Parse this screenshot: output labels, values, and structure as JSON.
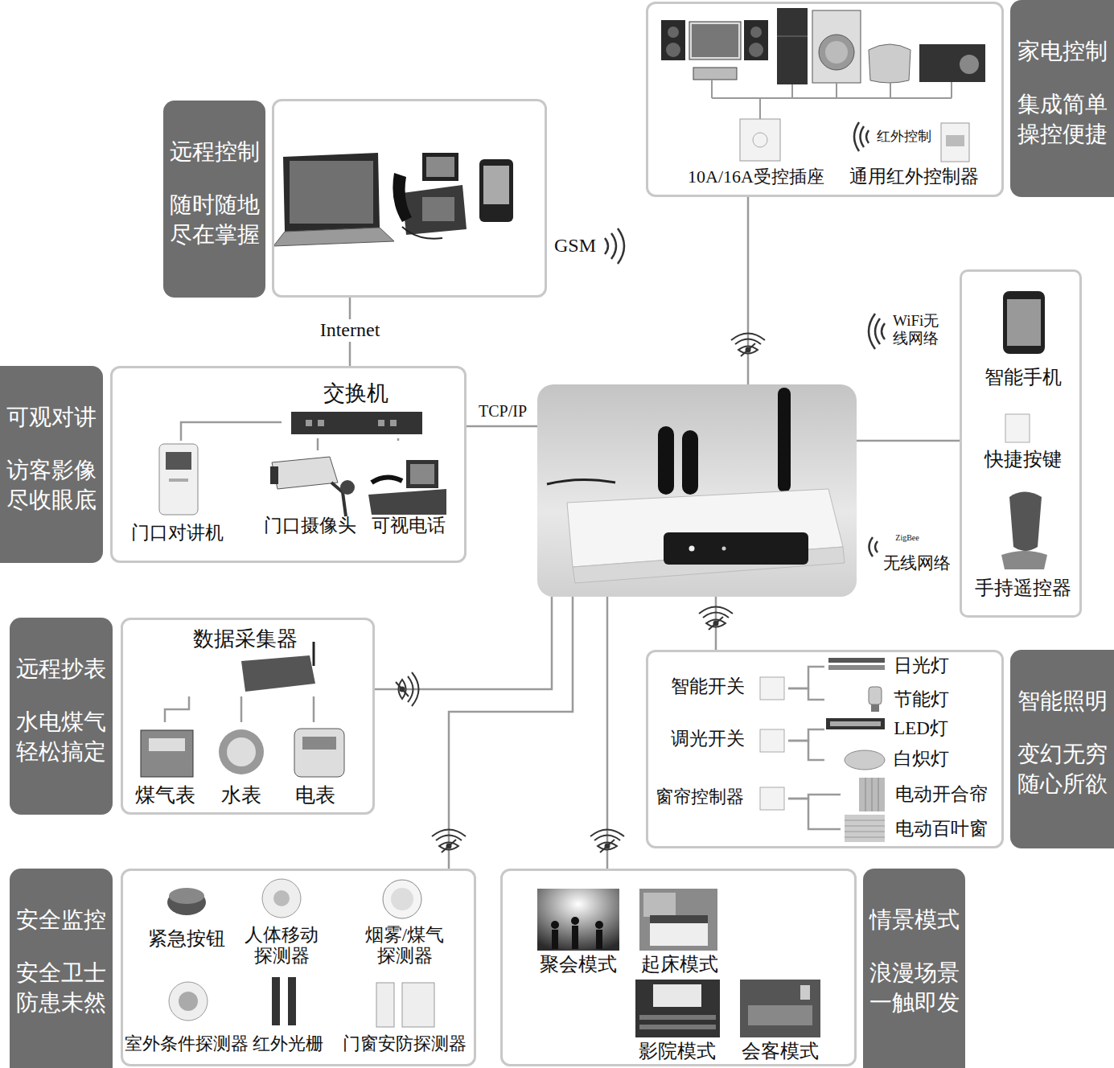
{
  "diagram": {
    "nodes": [
      {
        "text": [
          "家电控制",
          "集成简单 操控便捷"
        ]
      },
      {
        "text": [
          "远程控制",
          "随时随地 尽在掌握"
        ]
      },
      {
        "text": [
          "可观对讲",
          "访客影像 尽收眼底"
        ]
      },
      {
        "text": [
          "交换机"
        ],
        "in": 2
      },
      {
        "text": [
          "门口对讲机"
        ],
        "in": 2
      },
      {
        "text": [
          "门口摄像头"
        ],
        "in": 2
      },
      {
        "text": [
          "可视电话"
        ],
        "in": 2
      },
      {
        "text": []
      },
      {
        "text": [
          "智能手机",
          "快捷按键",
          "手持遥控器"
        ]
      },
      {
        "text": [
          "远程抄表",
          "水电煤气 轻松搞定"
        ]
      },
      {
        "text": [
          "数据采集器"
        ],
        "in": 9
      },
      {
        "text": [
          "煤气表"
        ],
        "in": 9
      },
      {
        "text": [
          "水表"
        ],
        "in": 9
      },
      {
        "text": [
          "电表"
        ],
        "in": 9
      },
      {
        "text": [
          "智能照明",
          "变幻无穷 随心所欲"
        ]
      },
      {
        "text": [
          "智能开关"
        ],
        "in": 14
      },
      {
        "text": [
          "日光灯"
        ],
        "in": 14
      },
      {
        "text": [
          "节能灯"
        ],
        "in": 14
      },
      {
        "text": [
          "调光开关"
        ],
        "in": 14
      },
      {
        "text": [
          "LED灯"
        ],
        "in": 14
      },
      {
        "text": [
          "白炽灯"
        ],
        "in": 14
      },
      {
        "text": [
          "窗帘控制器"
        ],
        "in": 14
      },
      {
        "text": [
          "电动开合帘"
        ],
        "in": 14
      },
      {
        "text": [
          "电动百叶窗"
        ],
        "in": 14
      },
      {
        "text": [
          "安全监控",
          "安全卫士 防患未然"
        ]
      },
      {
        "text": [
          "情景模式",
          "浪漫场景 一触即发"
        ]
      }
    ],
    "edges": [
      {
        "from": 1,
        "to": 2,
        "label": "Internet",
        "arrow": "none"
      },
      {
        "from": 2,
        "to": 7,
        "label": "TCP/IP",
        "arrow": "none"
      },
      {
        "from": 7,
        "to": 0,
        "arrow": "none"
      },
      {
        "from": 7,
        "to": 8,
        "arrow": "none"
      },
      {
        "from": 7,
        "to": 14,
        "arrow": "none"
      },
      {
        "from": 7,
        "to": 9,
        "arrow": "none"
      },
      {
        "from": 7,
        "to": 24,
        "arrow": "none"
      },
      {
        "from": 7,
        "to": 25,
        "arrow": "none"
      },
      {
        "from": 3,
        "to": 4,
        "arrow": "none"
      },
      {
        "from": 3,
        "to": 5,
        "arrow": "none"
      },
      {
        "from": 3,
        "to": 6,
        "arrow": "none"
      },
      {
        "from": 10,
        "to": 11,
        "arrow": "none"
      },
      {
        "from": 10,
        "to": 12,
        "arrow": "none"
      },
      {
        "from": 10,
        "to": 13,
        "arrow": "none"
      },
      {
        "from": 15,
        "to": 16,
        "arrow": "none"
      },
      {
        "from": 15,
        "to": 17,
        "arrow": "none"
      },
      {
        "from": 18,
        "to": 19,
        "arrow": "none"
      },
      {
        "from": 18,
        "to": 20,
        "arrow": "none"
      },
      {
        "from": 21,
        "to": 22,
        "arrow": "none"
      },
      {
        "from": 21,
        "to": 23,
        "arrow": "none"
      }
    ],
    "labels": [
      "GSM",
      "红外控制",
      "10A/16A受控插座",
      "通用红外控制器",
      "WiFi无线网络",
      "ZigBee",
      "无线网络",
      "紧急按钮",
      "人体移动 探测器",
      "烟雾/煤气 探测器",
      "室外条件探测器",
      "红外光栅",
      "门窗安防探测器",
      "聚会模式",
      "起床模式",
      "影院模式",
      "会客模式"
    ]
  }
}
